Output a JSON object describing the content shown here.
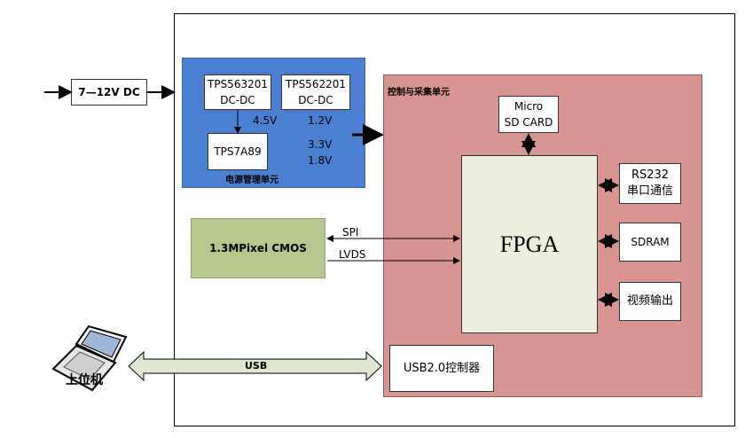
{
  "input": {
    "label": "7—12V DC"
  },
  "power_unit": {
    "title": "电源管理单元",
    "chip1": {
      "line1": "TPS563201",
      "line2": "DC-DC"
    },
    "chip2": {
      "line1": "TPS562201",
      "line2": "DC-DC"
    },
    "chip3": {
      "line1": "TPS7A89"
    },
    "v_45": "4.5V",
    "v_12": "1.2V",
    "v_33": "3.3V",
    "v_18": "1.8V"
  },
  "control_unit": {
    "title": "控制与采集单元",
    "sd": {
      "line1": "Micro",
      "line2": "SD CARD"
    },
    "fpga": "FPGA",
    "rs232": {
      "line1": "RS232",
      "line2": "串口通信"
    },
    "sdram": "SDRAM",
    "video": "视频输出",
    "usb_ctrl": "USB2.0控制器"
  },
  "sensor": {
    "label": "1.3MPixel CMOS"
  },
  "links": {
    "spi": "SPI",
    "lvds": "LVDS",
    "usb": "USB"
  },
  "host": {
    "label": "上位机"
  },
  "colors": {
    "power": "#4a7fd1",
    "control": "#d89490",
    "fpga": "#eaf0dd",
    "cmos": "#b5c98e",
    "usb_arrow": "#dde6cf"
  }
}
